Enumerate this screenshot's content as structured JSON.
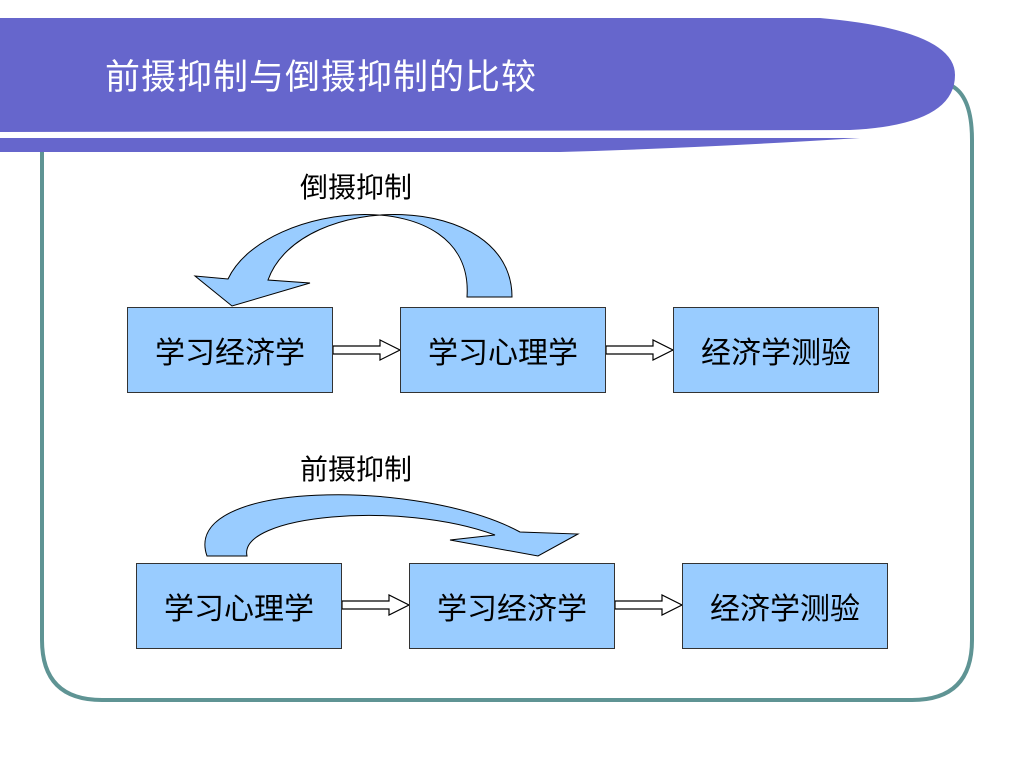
{
  "slide": {
    "title": "前摄抑制与倒摄抑制的比较"
  },
  "colors": {
    "banner": "#6666cc",
    "frame": "#5f9494",
    "box_fill": "#99ccff",
    "arrow_fill": "#99ccff"
  },
  "retroactive": {
    "label": "倒摄抑制",
    "boxes": [
      "学习经济学",
      "学习心理学",
      "经济学测验"
    ]
  },
  "proactive": {
    "label": "前摄抑制",
    "boxes": [
      "学习心理学",
      "学习经济学",
      "经济学测验"
    ]
  }
}
